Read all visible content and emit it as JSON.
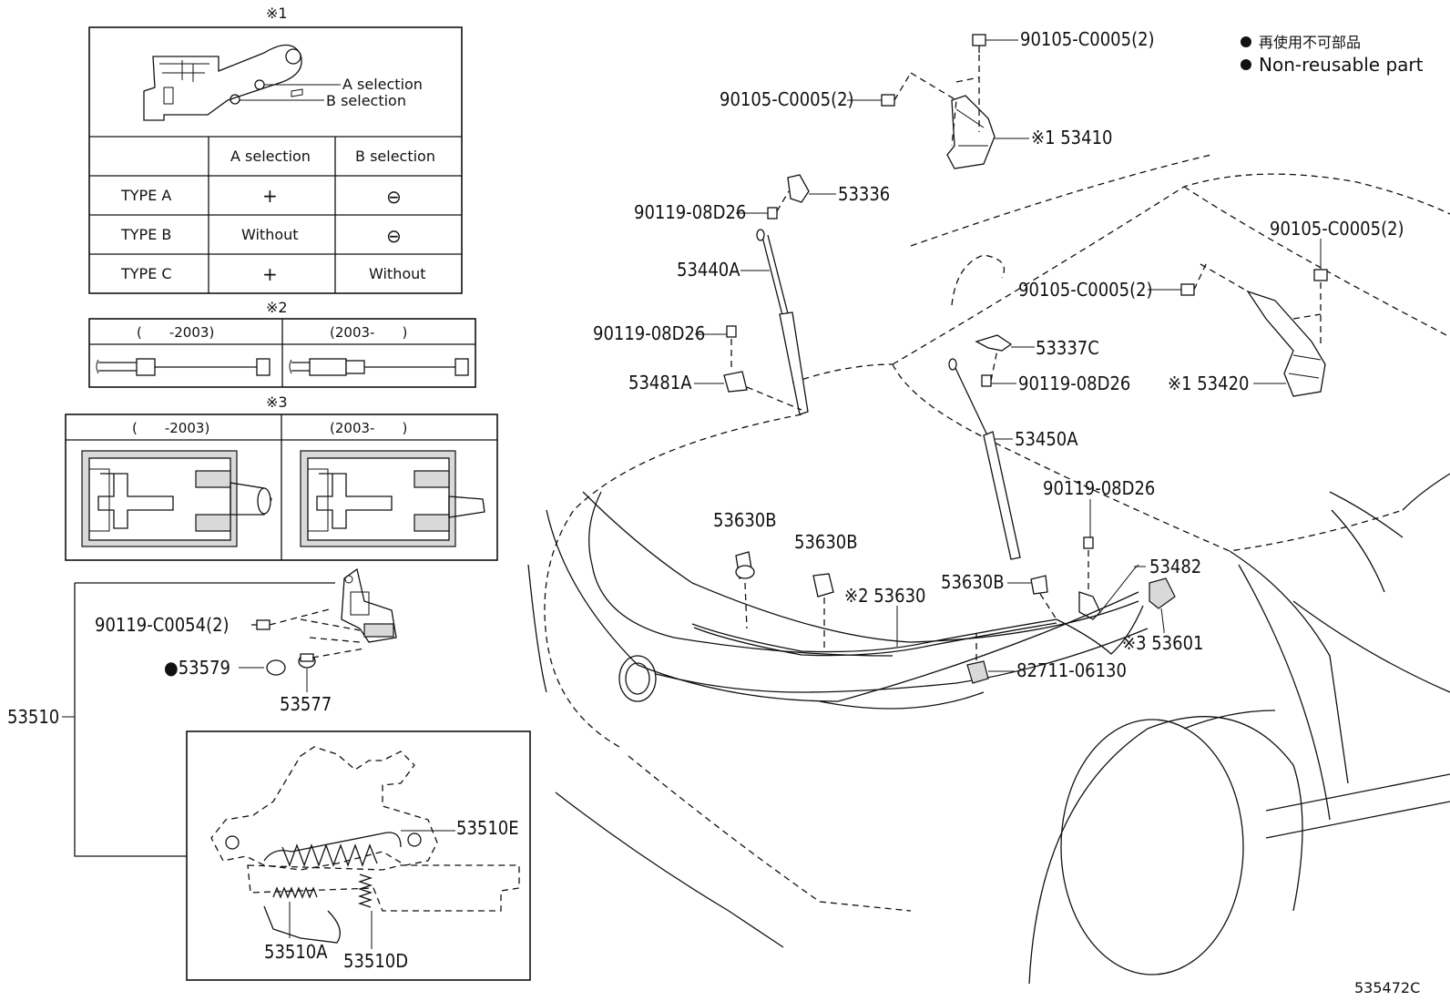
{
  "legend": {
    "line1": "再使用不可部品",
    "line2": "Non-reusable part"
  },
  "figure_code": "535472C",
  "note1": {
    "mark": "※1",
    "callout_a": "A selection",
    "callout_b": "B selection",
    "columns": [
      "",
      "A selection",
      "B selection"
    ],
    "rows": [
      {
        "type": "TYPE A",
        "a": "+",
        "b": "⊖"
      },
      {
        "type": "TYPE B",
        "a": "Without",
        "b": "⊖"
      },
      {
        "type": "TYPE C",
        "a": "+",
        "b": "Without"
      }
    ]
  },
  "note2": {
    "mark": "※2",
    "left": "(　　-2003)",
    "right": "(2003-　　)"
  },
  "note3": {
    "mark": "※3",
    "left": "(　　-2003)",
    "right": "(2003-　　)"
  },
  "parts": {
    "p90105_top": "90105-C0005(2)",
    "p90105_left": "90105-C0005(2)",
    "p90105_right_top": "90105-C0005(2)",
    "p90105_right_mid": "90105-C0005(2)",
    "p53410": "※1 53410",
    "p53420": "※1 53420",
    "p53336": "53336",
    "p90119_a": "90119-08D26",
    "p90119_b": "90119-08D26",
    "p90119_c": "90119-08D26",
    "p90119_d": "90119-08D26",
    "p53440A": "53440A",
    "p53481A": "53481A",
    "p53337C": "53337C",
    "p53450A": "53450A",
    "p53630B_a": "53630B",
    "p53630B_b": "53630B",
    "p53630B_c": "53630B",
    "p53630": "※2 53630",
    "p53482": "53482",
    "p53601": "※3 53601",
    "p82711": "82711-06130",
    "p90119_c0054": "90119-C0054(2)",
    "p53579": "●53579",
    "p53577": "53577",
    "p53510": "53510",
    "p53510E": "53510E",
    "p53510A": "53510A",
    "p53510D": "53510D"
  }
}
